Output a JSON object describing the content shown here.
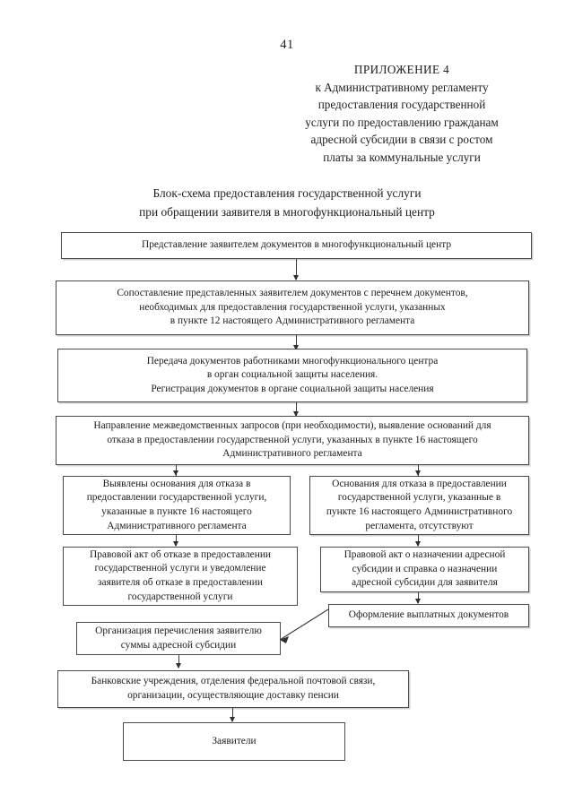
{
  "document": {
    "page_number": "41",
    "appendix": {
      "title": "ПРИЛОЖЕНИЕ 4",
      "line1": "к Административному регламенту",
      "line2": "предоставления государственной",
      "line3": "услуги по предоставлению гражданам",
      "line4": "адресной субсидии в связи с ростом",
      "line5": "платы за коммунальные услуги"
    },
    "scheme_title": {
      "line1": "Блок-схема предоставления государственной услуги",
      "line2": "при обращении заявителя в многофункциональный центр"
    }
  },
  "colors": {
    "box_border": "#4a4a4a",
    "text": "#1c1c1c",
    "connector": "#3a3a3a",
    "page_background": "#ffffff"
  },
  "flowchart": {
    "type": "flowchart",
    "orientation": "top-to-bottom",
    "nodes": [
      {
        "id": "n1",
        "label": "Представление заявителем документов в многофункциональный центр"
      },
      {
        "id": "n2",
        "label": "Сопоставление представленных заявителем документов с перечнем документов,\nнеобходимых для предоставления государственной услуги, указанных\nв пункте 12 настоящего Административного регламента"
      },
      {
        "id": "n3",
        "label": "Передача документов работниками многофункционального центра\nв орган социальной защиты населения.\nРегистрация документов в органе социальной защиты населения"
      },
      {
        "id": "n4",
        "label": "Направление межведомственных запросов (при необходимости), выявление оснований для\nотказа в предоставлении государственной услуги, указанных в пункте 16 настоящего\nАдминистративного регламента"
      },
      {
        "id": "n5",
        "label": "Выявлены основания для отказа в\nпредоставлении государственной услуги,\nуказанные в пункте 16 настоящего\nАдминистративного регламента"
      },
      {
        "id": "n6",
        "label": "Основания для отказа в предоставлении\nгосударственной услуги, указанные в\nпункте 16 настоящего Административного\nрегламента, отсутствуют"
      },
      {
        "id": "n7",
        "label": "Правовой акт об отказе в предоставлении\nгосударственной услуги и уведомление\nзаявителя об отказе в предоставлении\nгосударственной услуги"
      },
      {
        "id": "n8",
        "label": "Правовой акт о назначении адресной\nсубсидии и справка о назначении\nадресной субсидии для заявителя"
      },
      {
        "id": "n9",
        "label": "Оформление выплатных документов"
      },
      {
        "id": "n10",
        "label": "Организация перечисления заявителю\nсуммы адресной субсидии"
      },
      {
        "id": "n11",
        "label": "Банковские учреждения, отделения федеральной почтовой связи,\nорганизации, осуществляющие доставку пенсии"
      },
      {
        "id": "n12",
        "label": "Заявители"
      }
    ],
    "edges": [
      {
        "from": "n1",
        "to": "n2",
        "style": "arrow-down"
      },
      {
        "from": "n2",
        "to": "n3",
        "style": "arrow-down"
      },
      {
        "from": "n3",
        "to": "n4",
        "style": "arrow-down"
      },
      {
        "from": "n4",
        "to": "n5",
        "style": "arrow-down"
      },
      {
        "from": "n4",
        "to": "n6",
        "style": "arrow-down"
      },
      {
        "from": "n5",
        "to": "n7",
        "style": "arrow-down"
      },
      {
        "from": "n6",
        "to": "n8",
        "style": "arrow-down"
      },
      {
        "from": "n8",
        "to": "n9",
        "style": "arrow-down"
      },
      {
        "from": "n9",
        "to": "n10",
        "style": "arrow-diagonal"
      },
      {
        "from": "n10",
        "to": "n11",
        "style": "arrow-down"
      },
      {
        "from": "n11",
        "to": "n12",
        "style": "arrow-down"
      }
    ]
  }
}
